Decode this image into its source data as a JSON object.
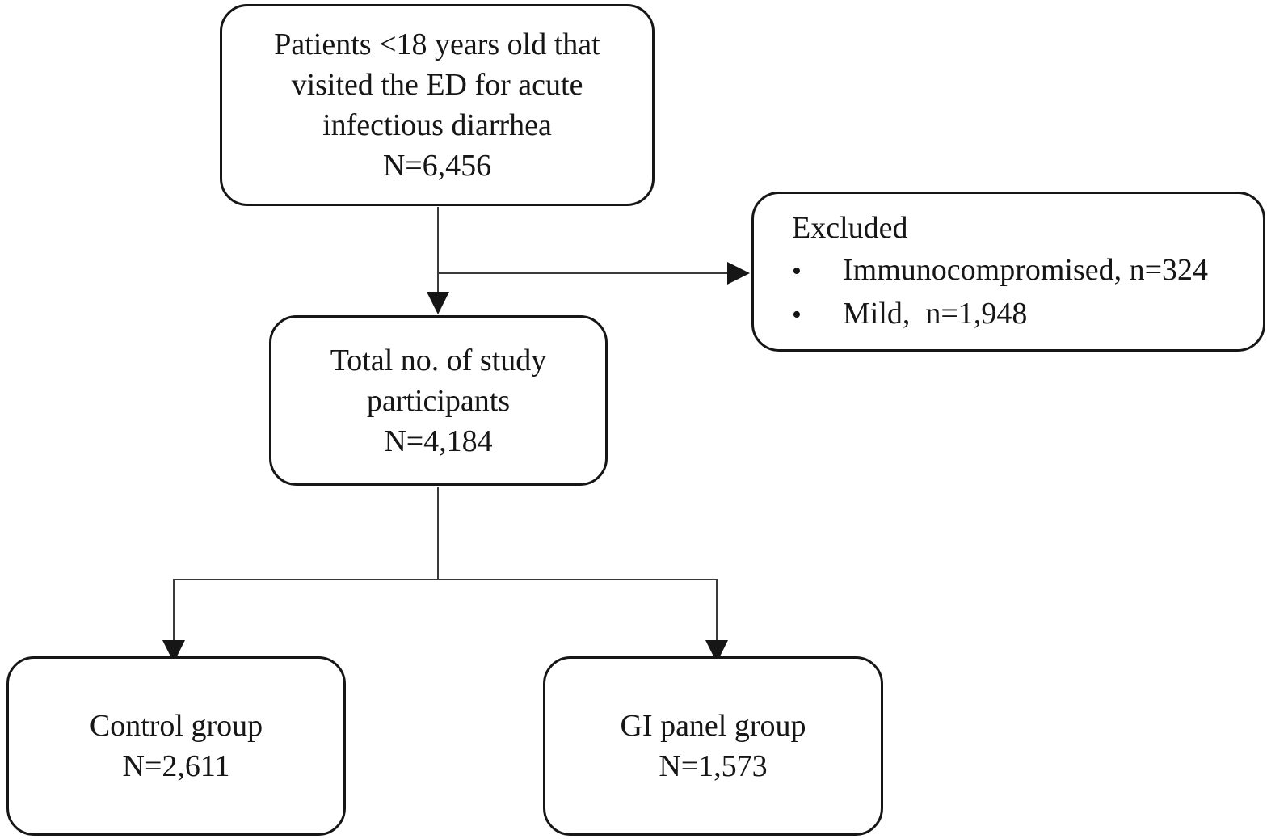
{
  "diagram": {
    "title_semantic": "Study participant flow diagram",
    "colors": {
      "background": "#ffffff",
      "box_border": "#161616",
      "text": "#161616",
      "connector": "#3a3a3a"
    },
    "nodes": {
      "top": {
        "lines": [
          "Patients <18 years old that",
          "visited the ED for acute",
          "infectious diarrhea",
          "N=6,456"
        ]
      },
      "excluded": {
        "title": "Excluded",
        "bullet_char": "•",
        "items": [
          "Immunocompromised, n=324",
          "Mild,  n=1,948"
        ]
      },
      "total": {
        "lines": [
          "Total no. of study",
          "participants",
          "N=4,184"
        ]
      },
      "control": {
        "lines": [
          "Control group",
          "N=2,611"
        ]
      },
      "gi_panel": {
        "lines": [
          "GI panel group",
          "N=1,573"
        ]
      }
    },
    "edges": [
      "top -> total",
      "top -> excluded",
      "total -> control",
      "total -> gi_panel"
    ]
  }
}
